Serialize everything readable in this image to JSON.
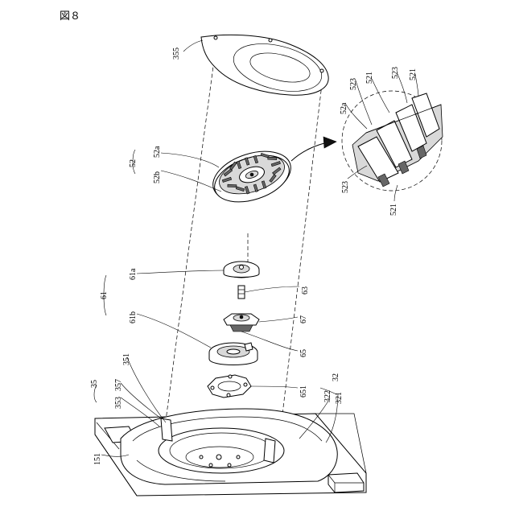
{
  "caption": "図８",
  "labels": {
    "l355": "355",
    "l52": "52",
    "l52a": "52a",
    "l52b": "52b",
    "l61": "61",
    "l61a": "61a",
    "l61b": "61b",
    "l63": "63",
    "l67": "67",
    "l65": "65",
    "l35": "35",
    "l351": "351",
    "l357": "357",
    "l353": "353",
    "l651": "651",
    "l32": "32",
    "l322": "322",
    "l321": "321",
    "l151": "151",
    "d52a": "52a",
    "d523_top": "523",
    "d521_top": "521",
    "d523_top2": "523",
    "d521_top2": "521",
    "d523_bottom": "523",
    "d521_bottom": "521"
  }
}
